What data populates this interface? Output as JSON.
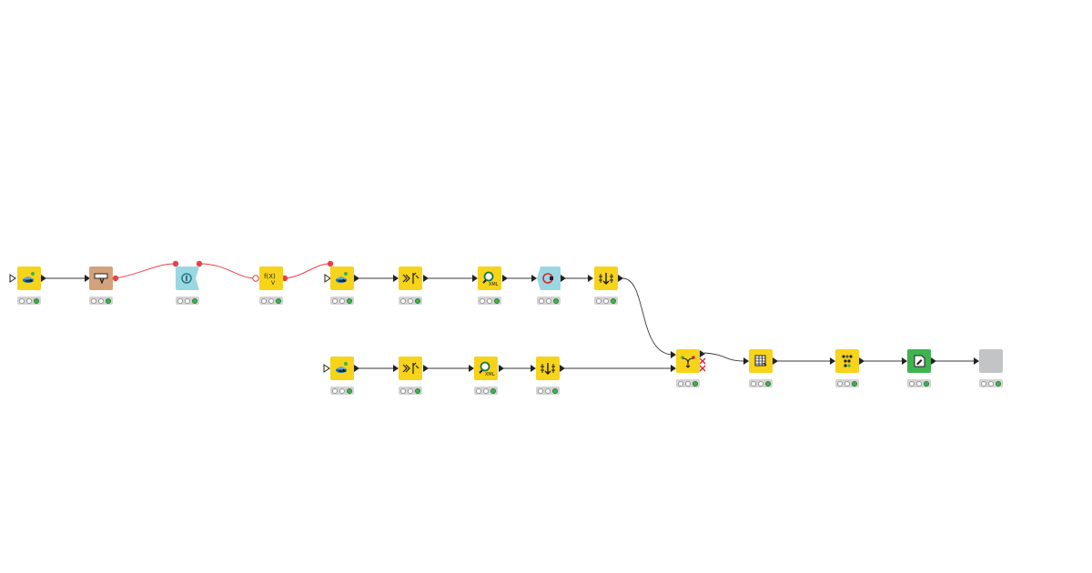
{
  "workflow": {
    "nodes": [
      {
        "id": "n1",
        "name": "db-reader-node",
        "color": "#f7d31a",
        "icon": "database-reader-icon",
        "status": [
          "off",
          "off",
          "on"
        ]
      },
      {
        "id": "n2",
        "name": "db-row-filter-node",
        "color": "#d4a27a",
        "icon": "filter-icon",
        "status": [
          "off",
          "off",
          "on"
        ]
      },
      {
        "id": "n3",
        "name": "loop-start-node",
        "color": "#9ad7e3",
        "icon": "loop-icon",
        "status": [
          "off",
          "off",
          "on"
        ]
      },
      {
        "id": "n4",
        "name": "variable-math-node",
        "color": "#f7d31a",
        "icon": "function-icon",
        "status": [
          "off",
          "off",
          "on"
        ]
      },
      {
        "id": "n5",
        "name": "db-reader-node-2",
        "color": "#f7d31a",
        "icon": "database-reader-icon",
        "status": [
          "off",
          "off",
          "on"
        ]
      },
      {
        "id": "n6",
        "name": "column-filter-node",
        "color": "#f7d31a",
        "icon": "column-filter-icon",
        "status": [
          "off",
          "off",
          "on"
        ]
      },
      {
        "id": "n7",
        "name": "xml-xpath-node",
        "color": "#f7d31a",
        "icon": "xml-search-icon",
        "status": [
          "off",
          "off",
          "on"
        ]
      },
      {
        "id": "n8",
        "name": "loop-end-node",
        "color": "#9ad7e3",
        "icon": "loop-end-icon",
        "status": [
          "off",
          "off",
          "on"
        ]
      },
      {
        "id": "n9",
        "name": "sorter-node",
        "color": "#f7d31a",
        "icon": "sort-icon",
        "status": [
          "off",
          "off",
          "on"
        ]
      },
      {
        "id": "n10",
        "name": "db-reader-node-3",
        "color": "#f7d31a",
        "icon": "database-reader-icon",
        "status": [
          "off",
          "off",
          "on"
        ]
      },
      {
        "id": "n11",
        "name": "column-filter-node-2",
        "color": "#f7d31a",
        "icon": "column-filter-icon",
        "status": [
          "off",
          "off",
          "on"
        ]
      },
      {
        "id": "n12",
        "name": "xml-xpath-node-2",
        "color": "#f7d31a",
        "icon": "xml-search-icon",
        "status": [
          "off",
          "off",
          "on"
        ]
      },
      {
        "id": "n13",
        "name": "sorter-node-2",
        "color": "#f7d31a",
        "icon": "sort-icon",
        "status": [
          "off",
          "off",
          "on"
        ]
      },
      {
        "id": "n14",
        "name": "joiner-node",
        "color": "#f7d31a",
        "icon": "joiner-icon",
        "status": [
          "off",
          "off",
          "on"
        ]
      },
      {
        "id": "n15",
        "name": "table-creator-node",
        "color": "#f7d31a",
        "icon": "table-icon",
        "status": [
          "off",
          "off",
          "on"
        ]
      },
      {
        "id": "n16",
        "name": "rule-engine-node",
        "color": "#f7d31a",
        "icon": "rules-icon",
        "status": [
          "off",
          "off",
          "on"
        ]
      },
      {
        "id": "n17",
        "name": "writer-node",
        "color": "#3fb34f",
        "icon": "document-writer-icon",
        "status": [
          "off",
          "off",
          "on"
        ]
      },
      {
        "id": "n18",
        "name": "component-node",
        "color": "#c2c4c6",
        "icon": "blank-icon",
        "status": [
          "off",
          "off",
          "on"
        ]
      }
    ]
  }
}
